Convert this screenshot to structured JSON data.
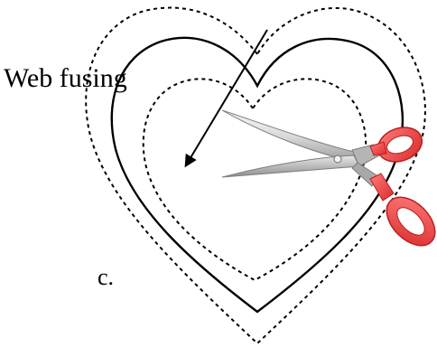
{
  "diagram": {
    "label_text": "Web fusing",
    "caption": "c.",
    "line_color": "#000000",
    "scissor_handle_color": "#e03a3a",
    "scissor_blade_color": "#d9d9d9",
    "icons": [
      "dashed-outer-heart",
      "solid-heart",
      "dashed-inner-heart",
      "pointer-arrow",
      "scissors-icon"
    ]
  }
}
